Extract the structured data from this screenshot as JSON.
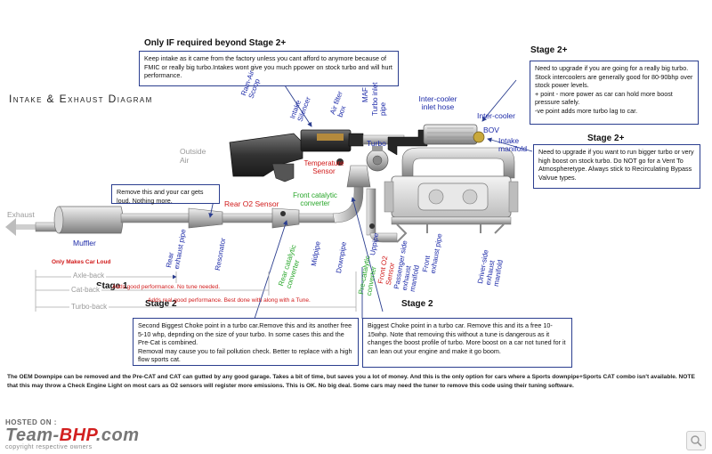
{
  "title": "Intake & Exhaust Diagram",
  "heading_top": "Only IF required beyond Stage 2+",
  "notes": {
    "intake": "Keep intake as it came from the factory unless you cant afford to anymore because of FMIC or really big turbo.Intakes wont give you much ppower on stock turbo and will hurt performance.",
    "intercooler": "Need to upgrade if you are going for a really big turbo. Stock intercoolers are generally good for 80-90bhp over stock power levels.\n+ point - more power as car can hold more boost pressure safely.\n-ve point adds more turbo lag to car.",
    "bov": "Need to upgrade if you want to run bigger turbo or very high boost on stock turbo. Do NOT go for a Vent To Atmospheretype. Always stick to Recirculating Bypass Valvue types.",
    "muffler": "Remove this and your car gets loud. Nothing more.",
    "precat": "Second Biggest Choke point in a turbo car.Remove this and its another free 5-10 whp, depnding on the size of your turbo. In some cases this and the Pre-Cat is combined.\nRemoval may cause you to fail pollution check. Better to replace with a high flow sports cat.",
    "downpipe": "Biggest Choke point in a turbo car. Remove this and its a free 10-15whp. Note that removing this without a tune is dangerous as it changes the boost profile of turbo. More boost on a car not tuned for it can lean out your engine and make it go boom."
  },
  "stages": {
    "intercooler": "Stage 2+",
    "bov": "Stage 2+",
    "stage1": "Stage 1",
    "stage2_left": "Stage 2",
    "stage2_right": "Stage 2"
  },
  "labels": {
    "outside_air": "Outside Air",
    "ram_air_scoop": "Ram-Air Scoop",
    "intake_silencer": "Intake Silencer",
    "air_filter_box": "Air filter box",
    "maf": "MAF",
    "turbo_inlet_pipe": "Turbo inlet pipe",
    "intercooler_inlet_hose": "Inter-cooler inlet hose",
    "intercooler": "Inter-cooler",
    "bov": "BOV",
    "intake_manifold": "Intake manifold",
    "turbo": "Turbo",
    "temperature_sensor": "Temperature Sensor",
    "exhaust": "Exhaust",
    "muffler": "Muffler",
    "rear_exhaust_pipe": "Rear exhaust pipe",
    "resonator": "Resonator",
    "rear_o2_sensor": "Rear O2 Sensor",
    "front_catalytic_converter": "Front catalytic converter",
    "rear_catalytic_converter": "Rear catalytic converter",
    "midpipe": "Midpipe",
    "downpipe": "Downpipe",
    "pre_catalytic_converter": "Pre-catalytic converter",
    "uppipe": "Uppipe",
    "front_o2_sensor": "Front O2 Sensor",
    "passenger_side_exhaust_manifold": "Passenger side exhaust manifold",
    "front_exhaust_pipe": "Front exhaust pipe",
    "driver_side_exhaust_manifold": "Driver-side exhaust manifold"
  },
  "annotations": {
    "only_makes_car_loud": "Only Makes Car Loud",
    "adds_good_performance_1": "Adds good performance. No tune needed.",
    "adds_good_performance_2": "Adds real good performance. Best done with along with a Tune.",
    "axle_back": "Axle-back",
    "cat_back": "Cat-back",
    "turbo_back": "Turbo-back"
  },
  "footer": "The OEM Downpipe can be removed and the Pre-CAT and CAT can  gutted by any good garage. Takes a bit of time, but saves you a lot of money. And this is the only option for cars where a Sports downpipe+Sports CAT combo isn't available. NOTE that this may throw a Check Engine Light on most cars as O2 sensors will register more emissions. This is OK. No big deal. Some cars may need the tuner to remove this code using their tuning software.",
  "watermark": {
    "hosted_on": "HOSTED ON :",
    "brand_a": "Team-",
    "brand_b": "BHP",
    "brand_c": ".com",
    "copyright": "copyright respective owners"
  },
  "colors": {
    "note_border": "#2b3e8f",
    "label_blue": "#1c2aa8",
    "label_red": "#d11a1a",
    "label_green": "#27a629",
    "pipe_dark": "#3a3a3a",
    "pipe_light": "#cfcfcf"
  }
}
